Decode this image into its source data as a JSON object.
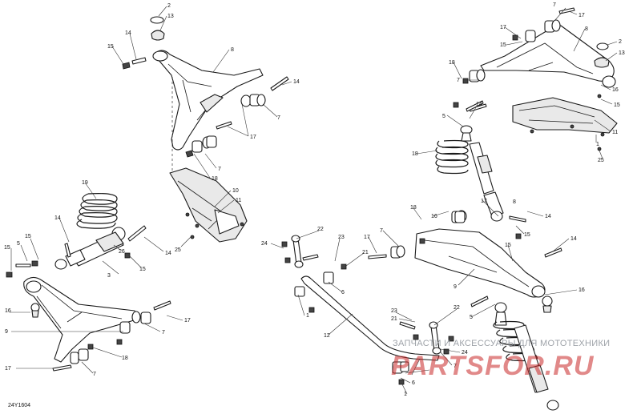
{
  "diagram": {
    "figure_code": "24Y1604",
    "watermark": {
      "caption": "ЗАПЧАСТИ И АКСЕССУАРЫ ДЛЯ МОТОТЕХНИКИ",
      "logo_text": "PARTSFOR.RU"
    },
    "callouts": {
      "c1a": "1",
      "c1b": "1",
      "c2a": "2",
      "c2b": "2",
      "c3": "3",
      "c5a": "5",
      "c5b": "5",
      "c5c": "5",
      "c6a": "6",
      "c6b": "6",
      "c7a": "7",
      "c7b": "7",
      "c7c": "7",
      "c7d": "7",
      "c7e": "7",
      "c7f": "7",
      "c7g": "7",
      "c7h": "7",
      "c8a": "8",
      "c8b": "8",
      "c9a": "9",
      "c9b": "9",
      "c10": "10",
      "c11a": "11",
      "c11b": "11",
      "c12": "12",
      "c13a": "13",
      "c13b": "13",
      "c14a": "14",
      "c14b": "14",
      "c14c": "14",
      "c14d": "14",
      "c14e": "14",
      "c14f": "14",
      "c15a": "15",
      "c15b": "15",
      "c15c": "15",
      "c15d": "15",
      "c15e": "15",
      "c15f": "15",
      "c15g": "15",
      "c16a": "16",
      "c16b": "16",
      "c16c": "16",
      "c17a": "17",
      "c17b": "17",
      "c17c": "17",
      "c17d": "17",
      "c17e": "17",
      "c17f": "17",
      "c18a": "18",
      "c18b": "18",
      "c18c": "18",
      "c18d": "18",
      "c18e": "18",
      "c19": "19",
      "c21a": "21",
      "c21b": "21",
      "c22a": "22",
      "c22b": "22",
      "c23a": "23",
      "c23b": "23",
      "c24a": "24",
      "c24b": "24",
      "c25a": "25",
      "c25b": "25",
      "c26": "26"
    }
  }
}
